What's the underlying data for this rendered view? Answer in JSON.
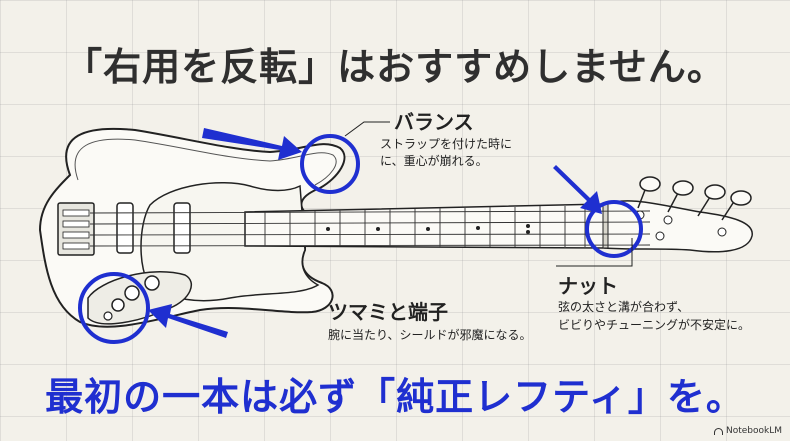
{
  "headline": "「右用を反転」はおすすめしません。",
  "footer": "最初の一本は必ず「純正レフティ」を。",
  "callouts": {
    "balance": {
      "title": "バランス",
      "lines": [
        "ストラップを付けた時に",
        "に、重心が崩れる。"
      ]
    },
    "nut": {
      "title": "ナット",
      "lines": [
        "弦の太さと溝が合わず、",
        "ビビりやチューニングが不安定に。"
      ]
    },
    "knobs": {
      "title": "ツマミと端子",
      "lines": [
        "腕に当たり、シールドが邪魔になる。"
      ]
    }
  },
  "badge": {
    "icon": "notebooklm-icon",
    "text": "NotebookLM"
  },
  "colors": {
    "accent": "#1f2fd0",
    "ink": "#2f2f2f",
    "background": "#f3f1ea"
  }
}
